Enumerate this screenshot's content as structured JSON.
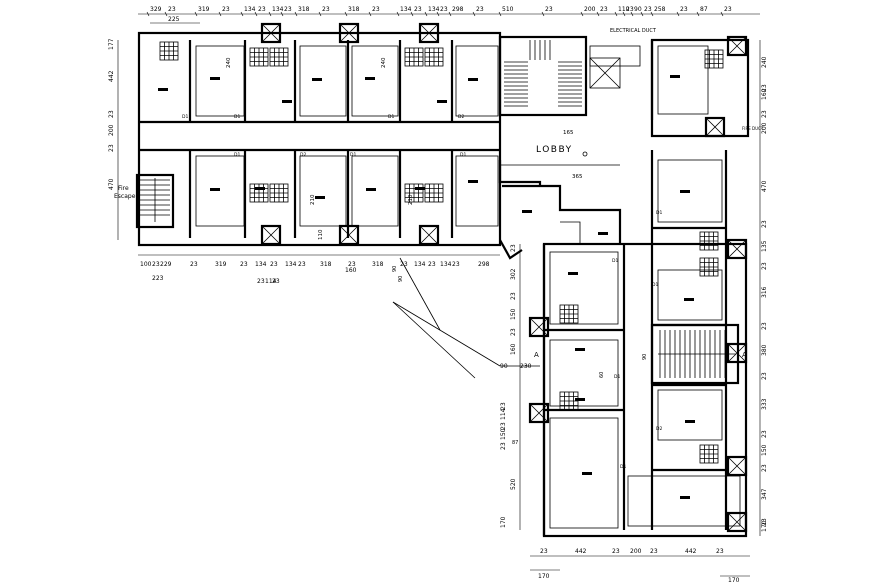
{
  "labels": {
    "electrical_duct": "ELECTRICAL DUCT",
    "lobby": "LOBBY",
    "fire_escape_1": "Fire",
    "fire_escape_2": "Escape",
    "fire_duct": "FIRE DUCT",
    "section_mark": "A"
  },
  "top_dims": [
    "329",
    "23",
    "319",
    "23",
    "134",
    "23",
    "134",
    "23",
    "318",
    "23",
    "318",
    "23",
    "134",
    "23",
    "134",
    "23",
    "298",
    "23",
    "510",
    "23",
    "200",
    "23",
    "110",
    "23",
    "90",
    "23",
    "258",
    "23",
    "87",
    "23"
  ],
  "top_dim_sub": "225",
  "mid_dims": [
    "100",
    "23",
    "229",
    "23",
    "319",
    "23",
    "134",
    "23",
    "134",
    "23",
    "318",
    "23",
    "318",
    "23",
    "134",
    "23",
    "134",
    "23",
    "298"
  ],
  "mid_dims_sub": [
    "223",
    "23",
    "114",
    "23",
    "160"
  ],
  "left_dims": [
    "177",
    "442",
    "23",
    "200",
    "23",
    "470"
  ],
  "right_dims_top": [
    "240",
    "23",
    "160",
    "23",
    "200"
  ],
  "right_dims_bottom": [
    "470",
    "23",
    "135",
    "23",
    "316",
    "23",
    "380",
    "23",
    "333",
    "23",
    "150",
    "23",
    "347",
    "23",
    "170"
  ],
  "bottom_dims": [
    "23",
    "442",
    "23",
    "200",
    "23",
    "442",
    "23"
  ],
  "bottom_sub": [
    "170",
    "170"
  ],
  "wing_left_dims": [
    "23",
    "302",
    "23",
    "150",
    "23",
    "160",
    "90",
    "230",
    "23",
    "114",
    "23",
    "150",
    "23",
    "87",
    "520",
    "170"
  ],
  "room_dims": [
    "240",
    "240",
    "210",
    "210",
    "110",
    "165",
    "365"
  ],
  "door_codes": [
    "D1",
    "D1",
    "D2",
    "D1",
    "D2",
    "D1",
    "D1",
    "D1",
    "D1",
    "D1",
    "D1",
    "D1",
    "D2",
    "D1"
  ],
  "misc_dims": [
    "90",
    "90",
    "90",
    "60"
  ]
}
